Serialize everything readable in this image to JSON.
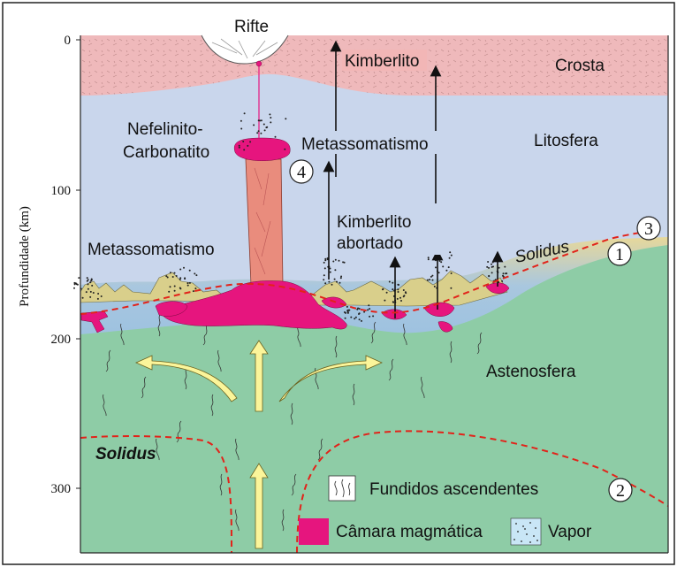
{
  "colors": {
    "crust": "#f2b6b6",
    "lithosphere": "#c9d6ec",
    "asthenosphere": "#8ecca6",
    "magma": "#e6157e",
    "plume": "#e98c7d",
    "solidus": "#e2231a",
    "yellow_arrow": "#fbf59a",
    "metasomatic": "#d9cf8b",
    "border": "#222222"
  },
  "axis": {
    "label": "Profundidade (km)",
    "ticks": [
      "0",
      "100",
      "200",
      "300"
    ]
  },
  "layers": {
    "crust": "Crosta",
    "lithosphere": "Litosfera",
    "asthenosphere": "Astenosfera"
  },
  "labels": {
    "rift": "Rifte",
    "kimberlite": "Kimberlito",
    "metasomatism_center": "Metassomatismo",
    "metasomatism_left": "Metassomatismo",
    "nephelinite_1": "Nefelinito-",
    "nephelinite_2": "Carbonatito",
    "aborted_1": "Kimberlito",
    "aborted_2": "abortado",
    "solidus_upper": "Solidus",
    "solidus_lower": "Solidus"
  },
  "markers": [
    "1",
    "2",
    "3",
    "4"
  ],
  "legend": {
    "melts": "Fundidos ascendentes",
    "chamber": "Câmara magmática",
    "vapor": "Vapor"
  }
}
